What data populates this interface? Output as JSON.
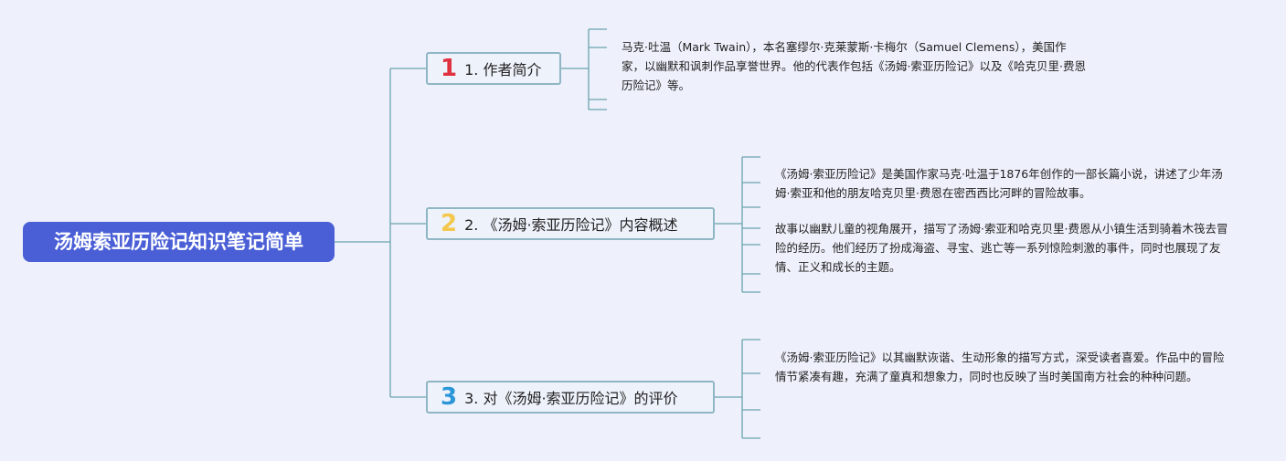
{
  "root": {
    "title": "汤姆索亚历险记知识笔记简单"
  },
  "branches": [
    {
      "number": "1",
      "number_color": "#e0313f",
      "label": "1. 作者简介",
      "notes": [
        "马克·吐温（Mark Twain），本名塞缪尔·克莱蒙斯·卡梅尔（Samuel Clemens），美国作家，以幽默和讽刺作品享誉世界。他的代表作包括《汤姆·索亚历险记》以及《哈克贝里·费恩历险记》等。"
      ]
    },
    {
      "number": "2",
      "number_color": "#f3c84d",
      "label": "2. 《汤姆·索亚历险记》内容概述",
      "notes": [
        "《汤姆·索亚历险记》是美国作家马克·吐温于1876年创作的一部长篇小说，讲述了少年汤姆·索亚和他的朋友哈克贝里·费恩在密西西比河畔的冒险故事。",
        "故事以幽默儿童的视角展开，描写了汤姆·索亚和哈克贝里·费恩从小镇生活到骑着木筏去冒险的经历。他们经历了扮成海盗、寻宝、逃亡等一系列惊险刺激的事件，同时也展现了友情、正义和成长的主题。"
      ]
    },
    {
      "number": "3",
      "number_color": "#2b97d9",
      "label": "3. 对《汤姆·索亚历险记》的评价",
      "notes": [
        "《汤姆·索亚历险记》以其幽默诙谐、生动形象的描写方式，深受读者喜爱。作品中的冒险情节紧凑有趣，充满了童真和想象力，同时也反映了当时美国南方社会的种种问题。"
      ]
    }
  ],
  "colors": {
    "connector": "#6aa2b0",
    "root_bg": "#4a5fd6",
    "background": "#eef1fb"
  }
}
